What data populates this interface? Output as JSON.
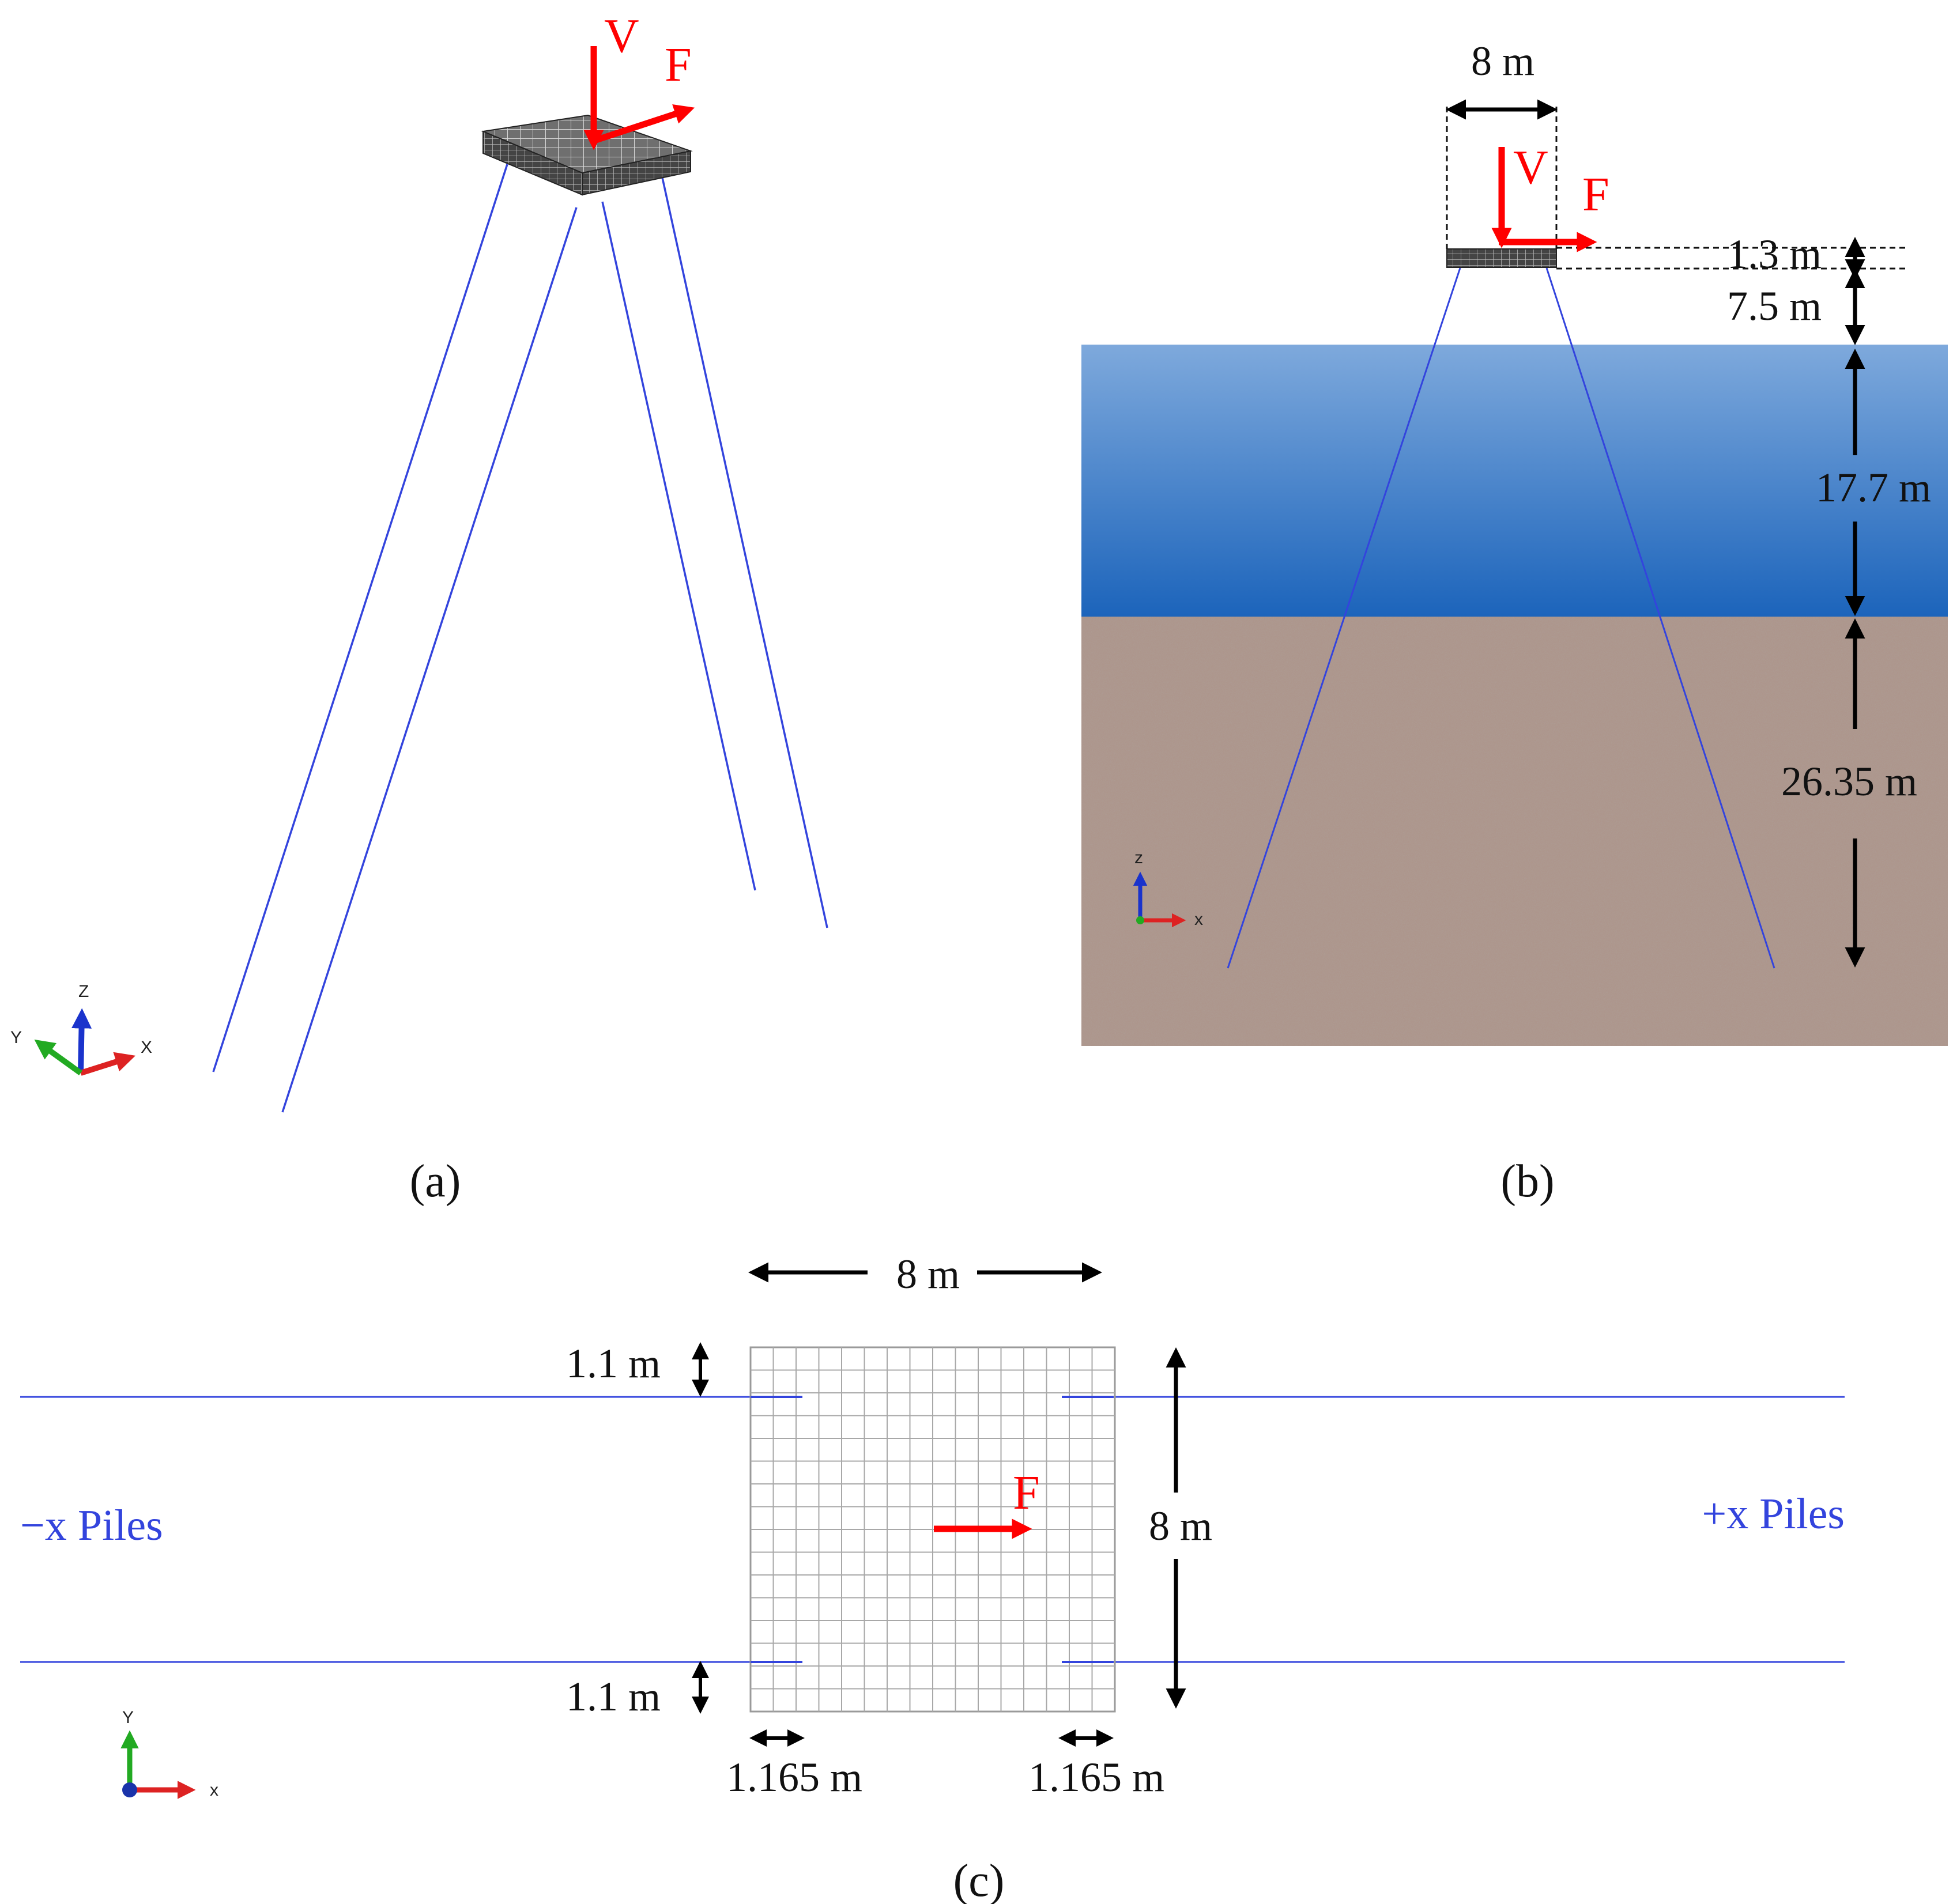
{
  "colors": {
    "force": "#ff0000",
    "pile": "#3344dd",
    "water_top": "#7ea9dc",
    "water_bottom": "#1c64bb",
    "soil": "#ad968c",
    "cap": "#555555",
    "axis_x": "#dd2222",
    "axis_y": "#22aa22",
    "axis_z": "#1a33cc"
  },
  "panel_a": {
    "caption": "(a)",
    "loads": {
      "vertical": "V",
      "horizontal": "F"
    },
    "axes": {
      "x": "X",
      "y": "Y",
      "z": "Z"
    },
    "pile_count": 4
  },
  "panel_b": {
    "caption": "(b)",
    "loads": {
      "vertical": "V",
      "horizontal": "F"
    },
    "dimensions": {
      "cap_width": "8 m",
      "cap_thickness": "1.3 m",
      "air_gap": "7.5 m",
      "water_depth": "17.7 m",
      "embedment": "26.35 m"
    },
    "layers": [
      "water",
      "soil"
    ],
    "axes": {
      "x": "x",
      "z": "z"
    }
  },
  "panel_c": {
    "caption": "(c)",
    "load": "F",
    "dimensions": {
      "cap_width": "8 m",
      "cap_height": "8 m",
      "top_offset": "1.1 m",
      "bottom_offset": "1.1 m",
      "left_embed": "1.165 m",
      "right_embed": "1.165 m"
    },
    "pile_groups": {
      "left": "−x Piles",
      "right": "+x Piles"
    },
    "axes": {
      "x": "x",
      "y": "Y"
    },
    "mesh_divisions": 16
  }
}
